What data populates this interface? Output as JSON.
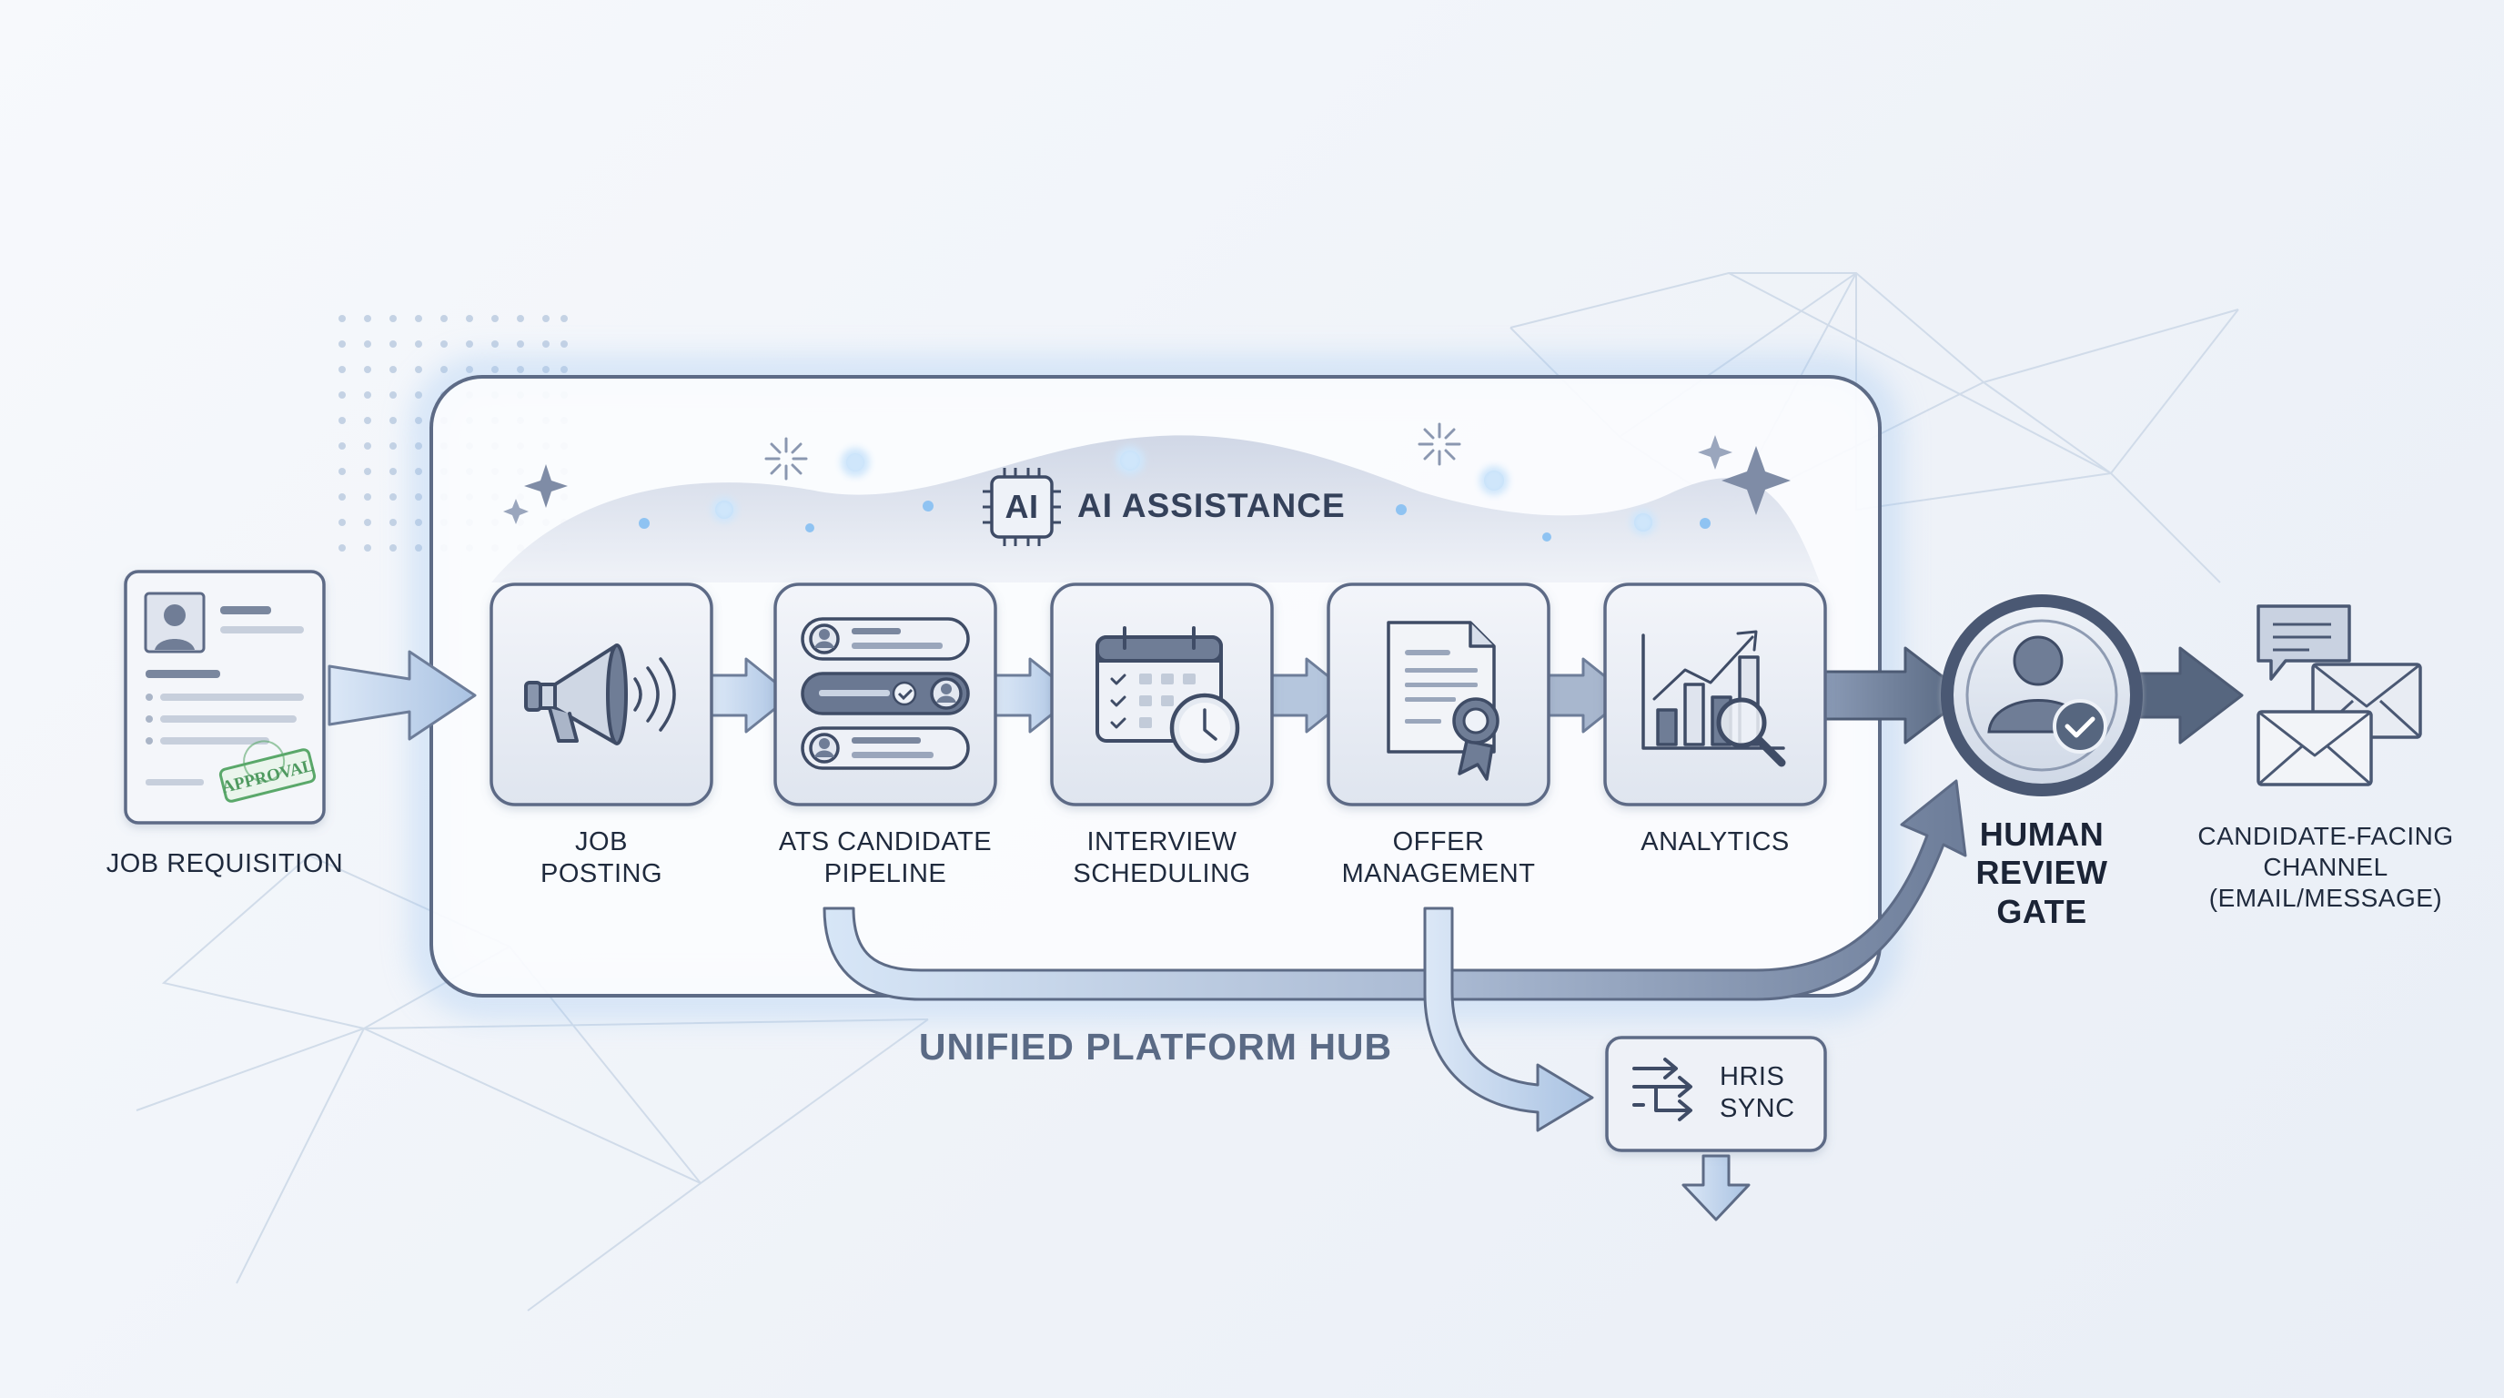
{
  "input": {
    "label": "JOB REQUISITION",
    "stamp": "APPROVAL",
    "icon": "job-requisition-icon"
  },
  "hub": {
    "label": "UNIFIED PLATFORM HUB"
  },
  "ai": {
    "badge": "AI",
    "label": "AI ASSISTANCE",
    "icon": "ai-chip-icon"
  },
  "stages": [
    {
      "line1": "JOB",
      "line2": "POSTING",
      "icon": "megaphone-icon"
    },
    {
      "line1": "ATS CANDIDATE",
      "line2": "PIPELINE",
      "icon": "candidate-list-icon"
    },
    {
      "line1": "INTERVIEW",
      "line2": "SCHEDULING",
      "icon": "calendar-clock-icon"
    },
    {
      "line1": "OFFER",
      "line2": "MANAGEMENT",
      "icon": "offer-document-icon"
    },
    {
      "line1": "ANALYTICS",
      "line2": "",
      "icon": "analytics-chart-icon"
    }
  ],
  "gate": {
    "line1": "HUMAN",
    "line2": "REVIEW",
    "line3": "GATE",
    "icon": "user-check-icon"
  },
  "channel": {
    "line1": "CANDIDATE-FACING",
    "line2": "CHANNEL",
    "line3": "(EMAIL/MESSAGE)",
    "icon": "email-message-icon"
  },
  "hris": {
    "line1": "HRIS",
    "line2": "SYNC",
    "icon": "sync-arrows-icon"
  },
  "colors": {
    "box_stroke": "#5d6b86",
    "tile_fill": "#e9edf5",
    "arrow_light": "#b9cde8",
    "arrow_dark": "#5f6f8c",
    "glow": "#bcd8f7",
    "accent_blue": "#8fc3f2",
    "approval_green": "#5aa86a"
  }
}
